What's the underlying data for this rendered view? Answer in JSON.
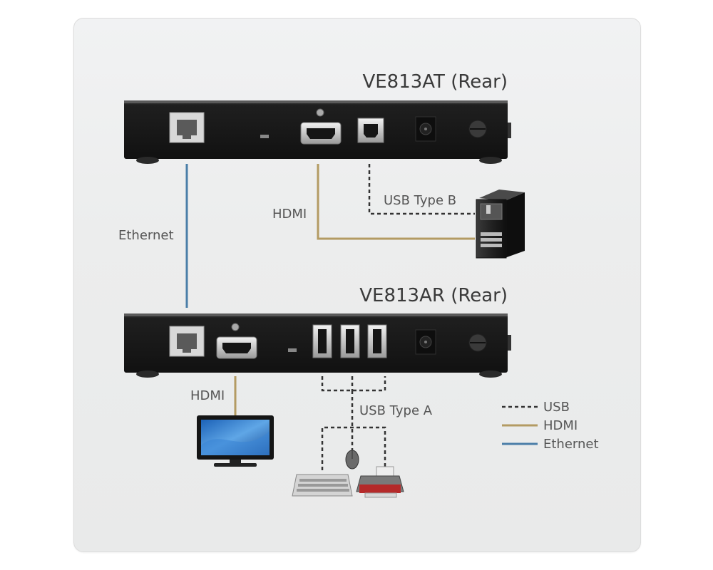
{
  "diagram": {
    "transmitter_title": "VE813AT (Rear)",
    "receiver_title": "VE813AR (Rear)",
    "ethernet_label": "Ethernet",
    "tx_hdmi_label": "HDMI",
    "usb_type_b_label": "USB Type B",
    "rx_hdmi_label": "HDMI",
    "usb_type_a_label": "USB Type A"
  },
  "legend": {
    "items": [
      {
        "label": "USB",
        "style": "dashed",
        "color": "#333333"
      },
      {
        "label": "HDMI",
        "style": "solid",
        "color": "#b39b63"
      },
      {
        "label": "Ethernet",
        "style": "solid",
        "color": "#4a7ea8"
      }
    ]
  },
  "colors": {
    "ethernet": "#4a7ea8",
    "hdmi": "#b39b63",
    "usb": "#333333",
    "device_body": "#1b1b1b"
  }
}
